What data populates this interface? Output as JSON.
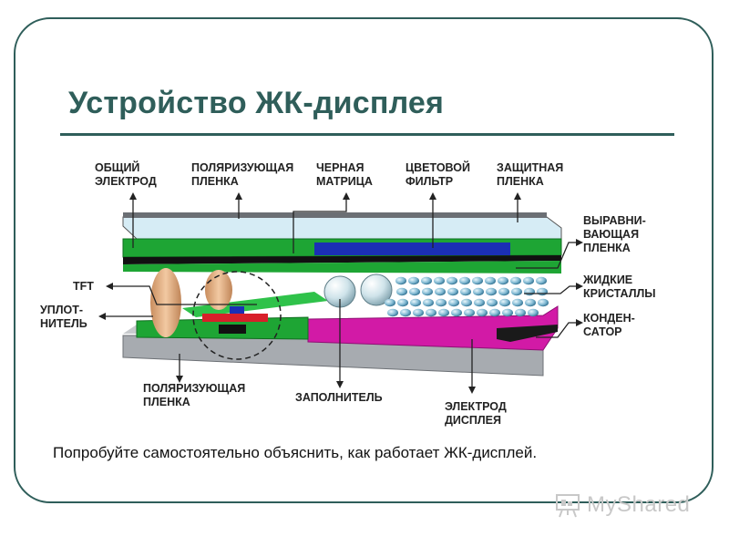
{
  "title": "Устройство ЖК-дисплея",
  "caption": "Попробуйте самостоятельно объяснить, как работает ЖК-дисплей.",
  "labels": {
    "common_electrode": [
      "ОБЩИЙ",
      "ЭЛЕКТРОД"
    ],
    "polarizing_film_top": [
      "ПОЛЯРИЗУЮЩАЯ",
      "ПЛЕНКА"
    ],
    "black_matrix": [
      "ЧЕРНАЯ",
      "МАТРИЦА"
    ],
    "color_filter": [
      "ЦВЕТОВОЙ",
      "ФИЛЬТР"
    ],
    "protective_film": [
      "ЗАЩИТНАЯ",
      "ПЛЕНКА"
    ],
    "alignment_film": [
      "ВЫРАВНИ-",
      "ВАЮЩАЯ",
      "ПЛЕНКА"
    ],
    "liquid_crystals": [
      "ЖИДКИЕ",
      "КРИСТАЛЛЫ"
    ],
    "capacitor": [
      "КОНДЕН-",
      "САТОР"
    ],
    "tft": [
      "TFT"
    ],
    "sealant": [
      "УПЛОТ-",
      "НИТЕЛЬ"
    ],
    "polarizing_film_bottom": [
      "ПОЛЯРИЗУЮЩАЯ",
      "ПЛЕНКА"
    ],
    "filler": [
      "ЗАПОЛНИТЕЛЬ"
    ],
    "display_electrode": [
      "ЭЛЕКТРОД",
      "ДИСПЛЕЯ"
    ]
  },
  "watermark": {
    "text": "MyShared",
    "icon": "presentation-board-icon"
  },
  "colors": {
    "accent": "#2f5e5a",
    "glass_gray": "#9a9ea3",
    "green": "#19a832",
    "blue": "#1b2fb5",
    "light_blue": "#d6ecf5",
    "magenta": "#cc1aa8",
    "red": "#d8202a",
    "spacer_tan": "#e1b48c"
  }
}
